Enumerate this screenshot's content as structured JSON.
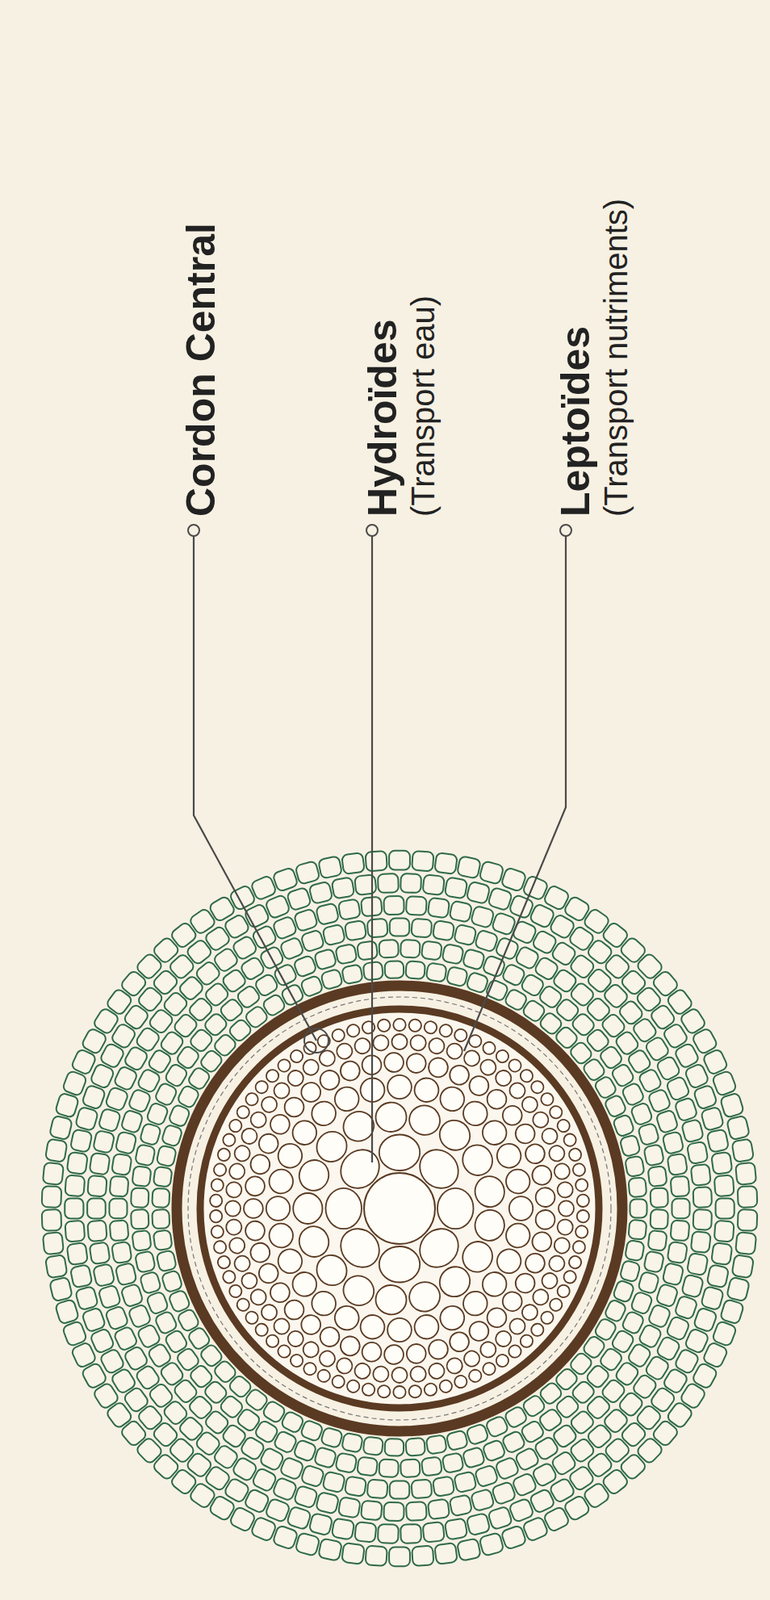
{
  "diagram": {
    "labels": [
      "Cordon Central",
      "Hydroïdes",
      "(Transport eau)",
      "Leptoïdes",
      "(Transport nutriments)"
    ]
  }
}
